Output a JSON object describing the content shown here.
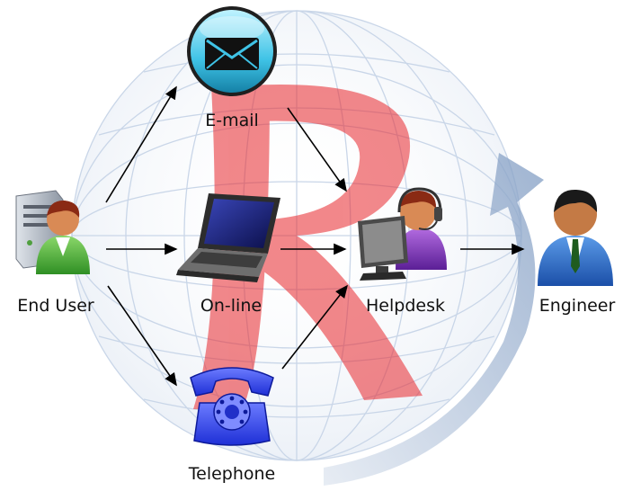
{
  "nodes": {
    "end_user": {
      "label": "End User",
      "icon": "user-at-computer-icon"
    },
    "email": {
      "label": "E-mail",
      "icon": "envelope-icon"
    },
    "online": {
      "label": "On-line",
      "icon": "laptop-icon"
    },
    "telephone": {
      "label": "Telephone",
      "icon": "telephone-icon"
    },
    "helpdesk": {
      "label": "Helpdesk",
      "icon": "helpdesk-operator-icon"
    },
    "engineer": {
      "label": "Engineer",
      "icon": "engineer-icon"
    }
  },
  "edges": [
    {
      "from": "end_user",
      "to": "email"
    },
    {
      "from": "end_user",
      "to": "online"
    },
    {
      "from": "end_user",
      "to": "telephone"
    },
    {
      "from": "email",
      "to": "helpdesk"
    },
    {
      "from": "online",
      "to": "helpdesk"
    },
    {
      "from": "telephone",
      "to": "helpdesk"
    },
    {
      "from": "helpdesk",
      "to": "engineer"
    }
  ],
  "background": {
    "globe_icon": "wireframe-globe-icon",
    "logo_letter": "R",
    "logo_color": "#e8262b"
  },
  "colors": {
    "arrow": "#000000",
    "globe_line": "#c9d6e8",
    "swoosh": "#8fa8c8"
  }
}
